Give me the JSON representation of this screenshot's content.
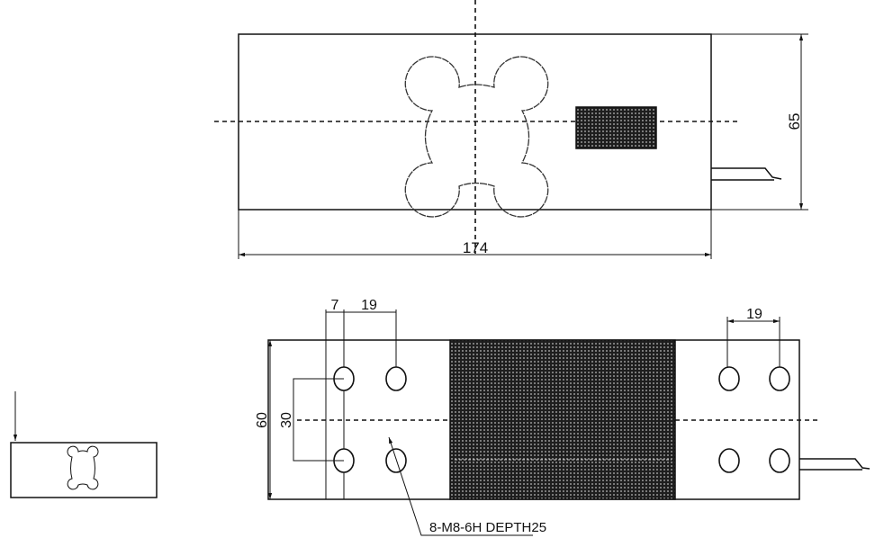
{
  "title": "Single point load cell dimension drawing",
  "top_view": {
    "length": "174",
    "height": "65"
  },
  "bottom_view": {
    "width": "60",
    "hole_spacing_vertical": "30",
    "edge_offset": "7",
    "hole_spacing_left": "19",
    "hole_spacing_right": "19",
    "hole_note": "8-M8-6H DEPTH25"
  },
  "colors": {
    "line": "#111111",
    "hatch": "#2a2a2a"
  }
}
